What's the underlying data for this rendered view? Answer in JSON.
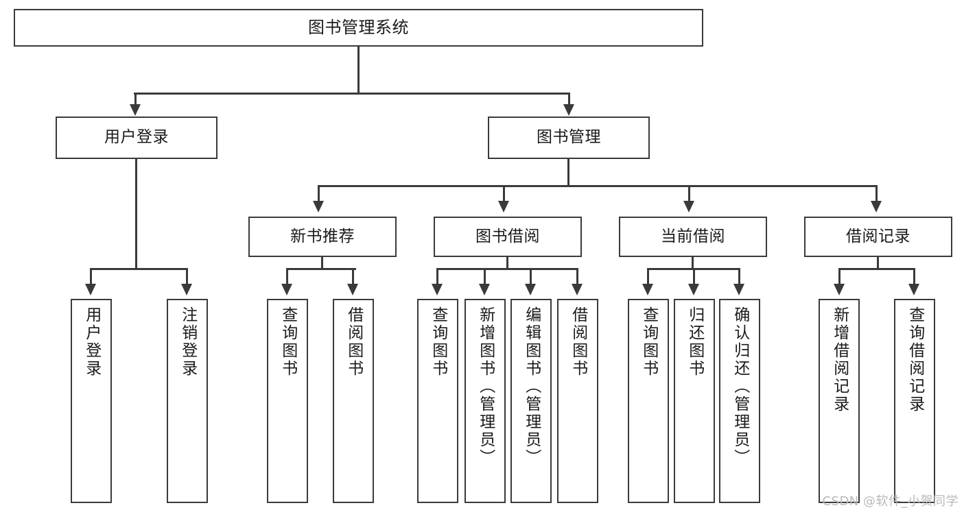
{
  "diagram": {
    "title": "图书管理系统",
    "type": "tree-hierarchy",
    "orientation": "top-down"
  },
  "root": {
    "label": "图书管理系统"
  },
  "level2": [
    {
      "label": "用户登录"
    },
    {
      "label": "图书管理"
    }
  ],
  "level3": [
    {
      "label": "新书推荐"
    },
    {
      "label": "图书借阅"
    },
    {
      "label": "当前借阅"
    },
    {
      "label": "借阅记录"
    }
  ],
  "leaves": {
    "user_login": [
      {
        "label": "用户登录"
      },
      {
        "label": "注销登录"
      }
    ],
    "new_book_recommend": [
      {
        "label": "查询图书"
      },
      {
        "label": "借阅图书"
      }
    ],
    "book_borrow": [
      {
        "label": "查询图书"
      },
      {
        "label": "新增图书（管理员）"
      },
      {
        "label": "编辑图书（管理员）"
      },
      {
        "label": "借阅图书"
      }
    ],
    "current_borrow": [
      {
        "label": "查询图书"
      },
      {
        "label": "归还图书"
      },
      {
        "label": "确认归还（管理员）"
      }
    ],
    "borrow_record": [
      {
        "label": "新增借阅记录"
      },
      {
        "label": "查询借阅记录"
      }
    ]
  },
  "watermark": {
    "text": "CSDN @软件_小贺同学"
  },
  "colors": {
    "stroke": "#3a3a3a",
    "fill": "#ffffff",
    "text": "#1a1a1a",
    "watermark": "#b9b9b9"
  }
}
